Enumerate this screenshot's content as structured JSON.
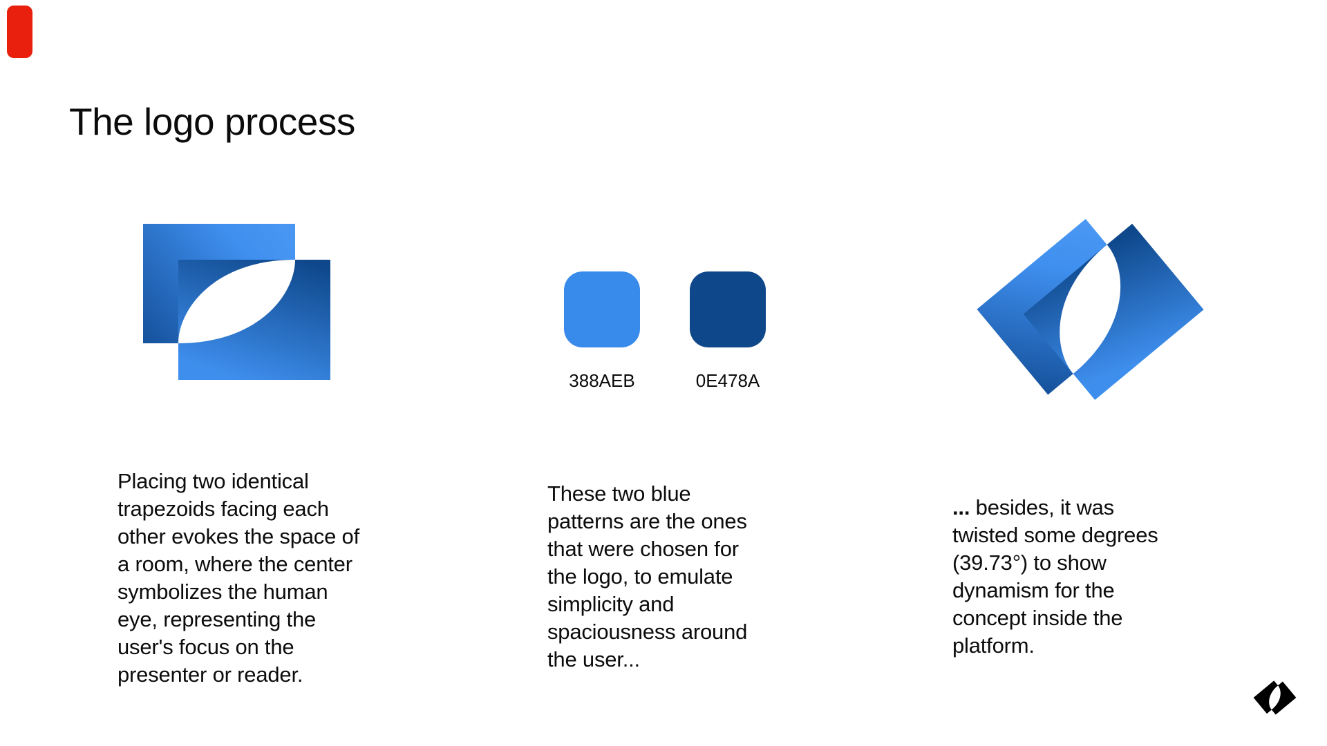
{
  "slide": {
    "title": "The logo process",
    "background": "#ffffff"
  },
  "progress_marker": {
    "color": "#E8200D"
  },
  "brand_colors": {
    "light_blue": "#388AEB",
    "dark_blue": "#0E478A"
  },
  "col_original": {
    "body": "Placing two identical\ntrapezoids facing each\nother evokes the space of\na room, where the center\nsymbolizes the human\neye, representing the\nuser's focus on the\npresenter or reader."
  },
  "col_palette": {
    "swatches": [
      {
        "label": "388AEB",
        "color": "#388AEB"
      },
      {
        "label": "0E478A",
        "color": "#0E478A"
      }
    ],
    "body": "These two blue\npatterns are the ones\nthat were chosen for\nthe logo, to emulate\nsimplicity and\nspaciousness around\nthe user..."
  },
  "col_rotated": {
    "rotation": "39.73°",
    "ellipsis_prefix": "...",
    "body": " besides, it was\ntwisted some degrees\n(39.73°) to show\ndynamism for the\nconcept inside the\nplatform."
  }
}
